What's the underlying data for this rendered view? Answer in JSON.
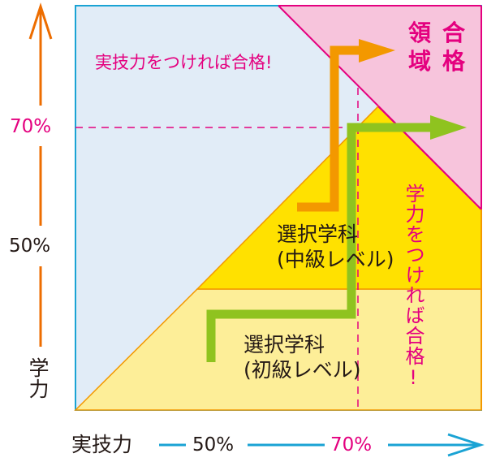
{
  "colors": {
    "background_blue": "#e1ecf7",
    "border_blue": "#1aa3d4",
    "pass_region_pink": "#f7c4dc",
    "pink_text": "#e4007f",
    "mid_level_yellow": "#ffe100",
    "basic_level_yellow": "#fdee98",
    "edge_orange": "#f39800",
    "orange_arrow": "#f39800",
    "green_arrow": "#8fc31f",
    "y_axis_orange": "#ed6d00",
    "x_axis_blue": "#1aa3d4",
    "dark_text": "#231815"
  },
  "y_axis": {
    "label": "学力",
    "tick_70": "70%",
    "tick_50": "50%"
  },
  "x_axis": {
    "label": "実技力",
    "tick_50": "50%",
    "tick_70": "70%"
  },
  "regions": {
    "pass_region": {
      "line1_col1": "合",
      "line1_col2": "格",
      "line2_col1": "領",
      "line2_col2": "域",
      "label": "合格領域"
    },
    "mid_level": {
      "line1": "選択学科",
      "line2": "(中級レベル)"
    },
    "basic_level": {
      "line1": "選択学科",
      "line2": "(初級レベル)"
    }
  },
  "annotations": {
    "skill_note": "実技力をつければ合格!",
    "knowledge_note": "学力をつければ合格!"
  },
  "chart_data": {
    "type": "diagram",
    "title": "",
    "xlabel": "実技力",
    "ylabel": "学力",
    "x_ticks": [
      "50%",
      "70%"
    ],
    "y_ticks": [
      "50%",
      "70%"
    ],
    "thresholds": {
      "x": "70%",
      "y": "70%"
    },
    "regions": [
      "合格領域",
      "選択学科(中級レベル)",
      "選択学科(初級レベル)"
    ],
    "arrows": [
      {
        "color": "orange",
        "meaning": "実技力をつければ合格!",
        "path": "up then right into 合格領域"
      },
      {
        "color": "green",
        "meaning": "学力をつければ合格!",
        "path": "from 初級 up through 中級 then right into 合格領域"
      }
    ]
  }
}
